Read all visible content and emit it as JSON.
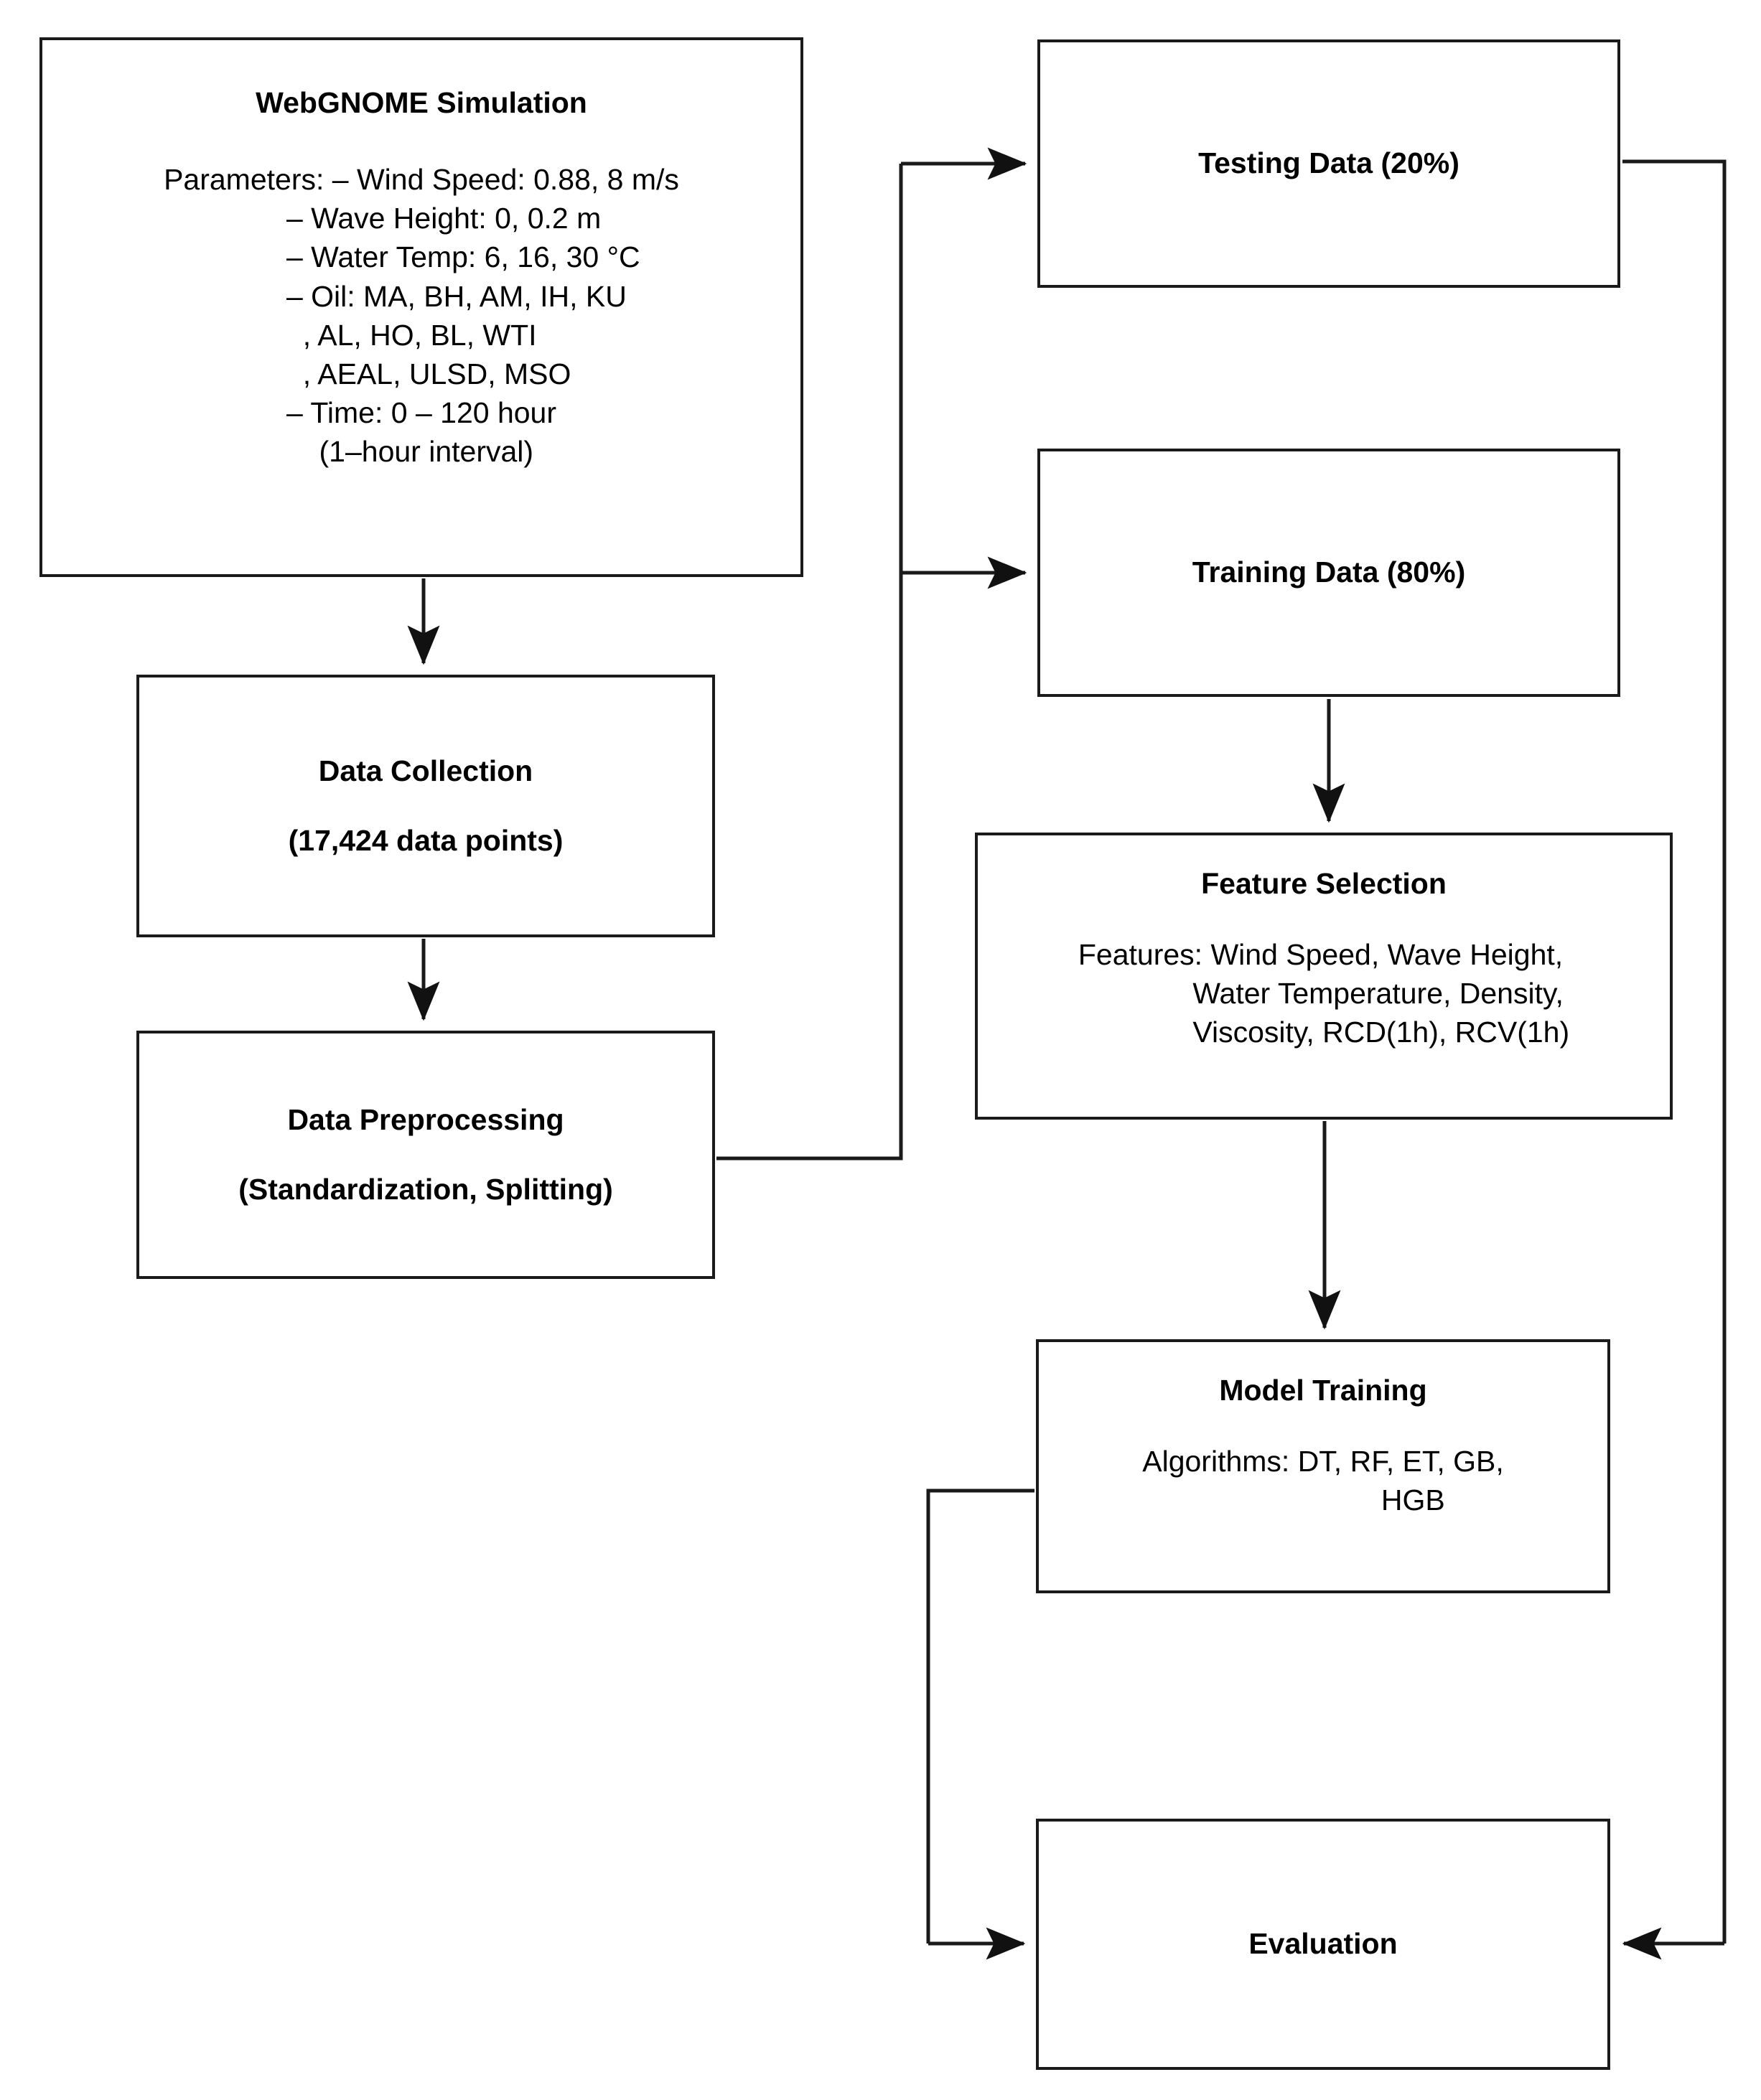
{
  "diagram": {
    "title": "Oil spill machine-learning workflow flowchart",
    "line_color": "#1a1a1a",
    "background": "#ffffff"
  },
  "nodes": {
    "simulation": {
      "title": "WebGNOME Simulation",
      "body_lines": [
        "Parameters: – Wind Speed: 0.88, 8 m/s",
        "               – Wave Height: 0, 0.2 m",
        "               – Water Temp: 6, 16, 30 °C",
        "               – Oil: MA, BH, AM, IH, KU",
        "                 , AL, HO, BL, WTI",
        "                 , AEAL, ULSD, MSO",
        "               – Time: 0 – 120 hour",
        "                   (1–hour interval)"
      ],
      "body_text": "Parameters: – Wind Speed: 0.88, 8 m/s\n               – Wave Height: 0, 0.2 m\n               – Water Temp: 6, 16, 30 °C\n               – Oil: MA, BH, AM, IH, KU\n                 , AL, HO, BL, WTI\n                 , AEAL, ULSD, MSO\n               – Time: 0 – 120 hour\n                   (1–hour interval)"
    },
    "collection": {
      "title": "Data Collection",
      "subtitle": "(17,424 data points)"
    },
    "preprocessing": {
      "title": "Data Preprocessing",
      "subtitle": "(Standardization, Splitting)"
    },
    "testing": {
      "title": "Testing Data (20%)"
    },
    "training": {
      "title": "Training Data (80%)"
    },
    "feature": {
      "title": "Feature Selection",
      "body_text": "Features: Wind Speed, Wave Height,\n              Water Temperature, Density,\n              Viscosity, RCD(1h), RCV(1h)"
    },
    "model": {
      "title": "Model Training",
      "body_text": "Algorithms: DT, RF, ET, GB,\n                      HGB"
    },
    "evaluation": {
      "title": "Evaluation"
    }
  },
  "edges": [
    {
      "id": "sim-to-collection",
      "from": "simulation",
      "to": "collection",
      "arrow": true
    },
    {
      "id": "collection-to-preprocessing",
      "from": "collection",
      "to": "preprocessing",
      "arrow": true
    },
    {
      "id": "preprocessing-to-testing",
      "from": "preprocessing",
      "to": "testing",
      "arrow": true
    },
    {
      "id": "preprocessing-to-training",
      "from": "preprocessing",
      "to": "training",
      "arrow": true
    },
    {
      "id": "training-to-feature",
      "from": "training",
      "to": "feature",
      "arrow": true
    },
    {
      "id": "feature-to-model",
      "from": "feature",
      "to": "model",
      "arrow": true
    },
    {
      "id": "model-to-evaluation",
      "from": "model",
      "to": "evaluation",
      "arrow": true
    },
    {
      "id": "testing-to-evaluation",
      "from": "testing",
      "to": "evaluation",
      "arrow": true
    }
  ]
}
